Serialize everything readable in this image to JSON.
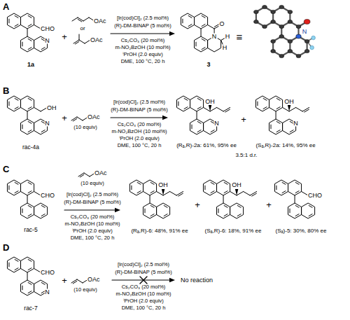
{
  "diagram": {
    "labels": [
      "A",
      "CHO",
      "N",
      "1a",
      "+",
      "OAc",
      "or",
      "OAc",
      "[Ir(cod)Cl]₂ (2.5 mol%)",
      "(R)-DM-BINAP (5 mol%)",
      "Cs₂CO₃ (20 mol%)",
      "m-NO₂BzOH (10 mol%)",
      "ⁱPrOH (2.0 equiv)",
      "DME, 100 °C, 20 h",
      "O",
      "N",
      "H",
      "H",
      "3",
      "≡",
      "N",
      "B",
      "OH",
      "N",
      "rac-4a",
      "+",
      "OAc",
      "(10 equiv)",
      "[Ir(cod)Cl]₂ (2.5 mol%)",
      "(R)-DM-BINAP (5 mol%)",
      "Cs₂CO₃ (20 mol%)",
      "m-NO₂BzOH (10 mol%)",
      "ⁱPrOH (2.0 equiv)",
      "DME, 100 °C, 20 h",
      "OH",
      "N",
      "(Rₐ,R)-2a: 61%, 95% ee",
      "+",
      "OH",
      "N",
      "(Sₐ,R)-2a: 14%, 95% ee",
      "3.5:1 d.r.",
      "C",
      "CHO",
      "rac-5",
      "OAc",
      "(10 equiv)",
      "[Ir(cod)Cl]₂ (2.5 mol%)",
      "(R)-DM-BINAP (5 mol%)",
      "Cs₂CO₃ (20 mol%)",
      "m-NO₂BzOH (10 mol%)",
      "ⁱPrOH (2.0 equiv)",
      "DME, 100 °C, 20 h",
      "OH",
      "(Rₐ,R)-6: 48%, 91% ee",
      "+",
      "OH",
      "(Sₐ,R)-6: 18%, 91% ee",
      "+",
      "CHO",
      "(Sₐ)-5: 30%, 80% ee",
      "D",
      "CHO",
      "N",
      "rac-7",
      "+",
      "OAc",
      "(10 equiv)",
      "[Ir(cod)Cl]₂ (2.5 mol%)",
      "(R)-DM-BINAP (5 mol%)",
      "Cs₂CO₃ (20 mol%)",
      "m-NO₂BzOH (10 mol%)",
      "ⁱPrOH (2.0 equiv)",
      "DME, 100 °C, 20 h",
      "No reaction"
    ]
  }
}
